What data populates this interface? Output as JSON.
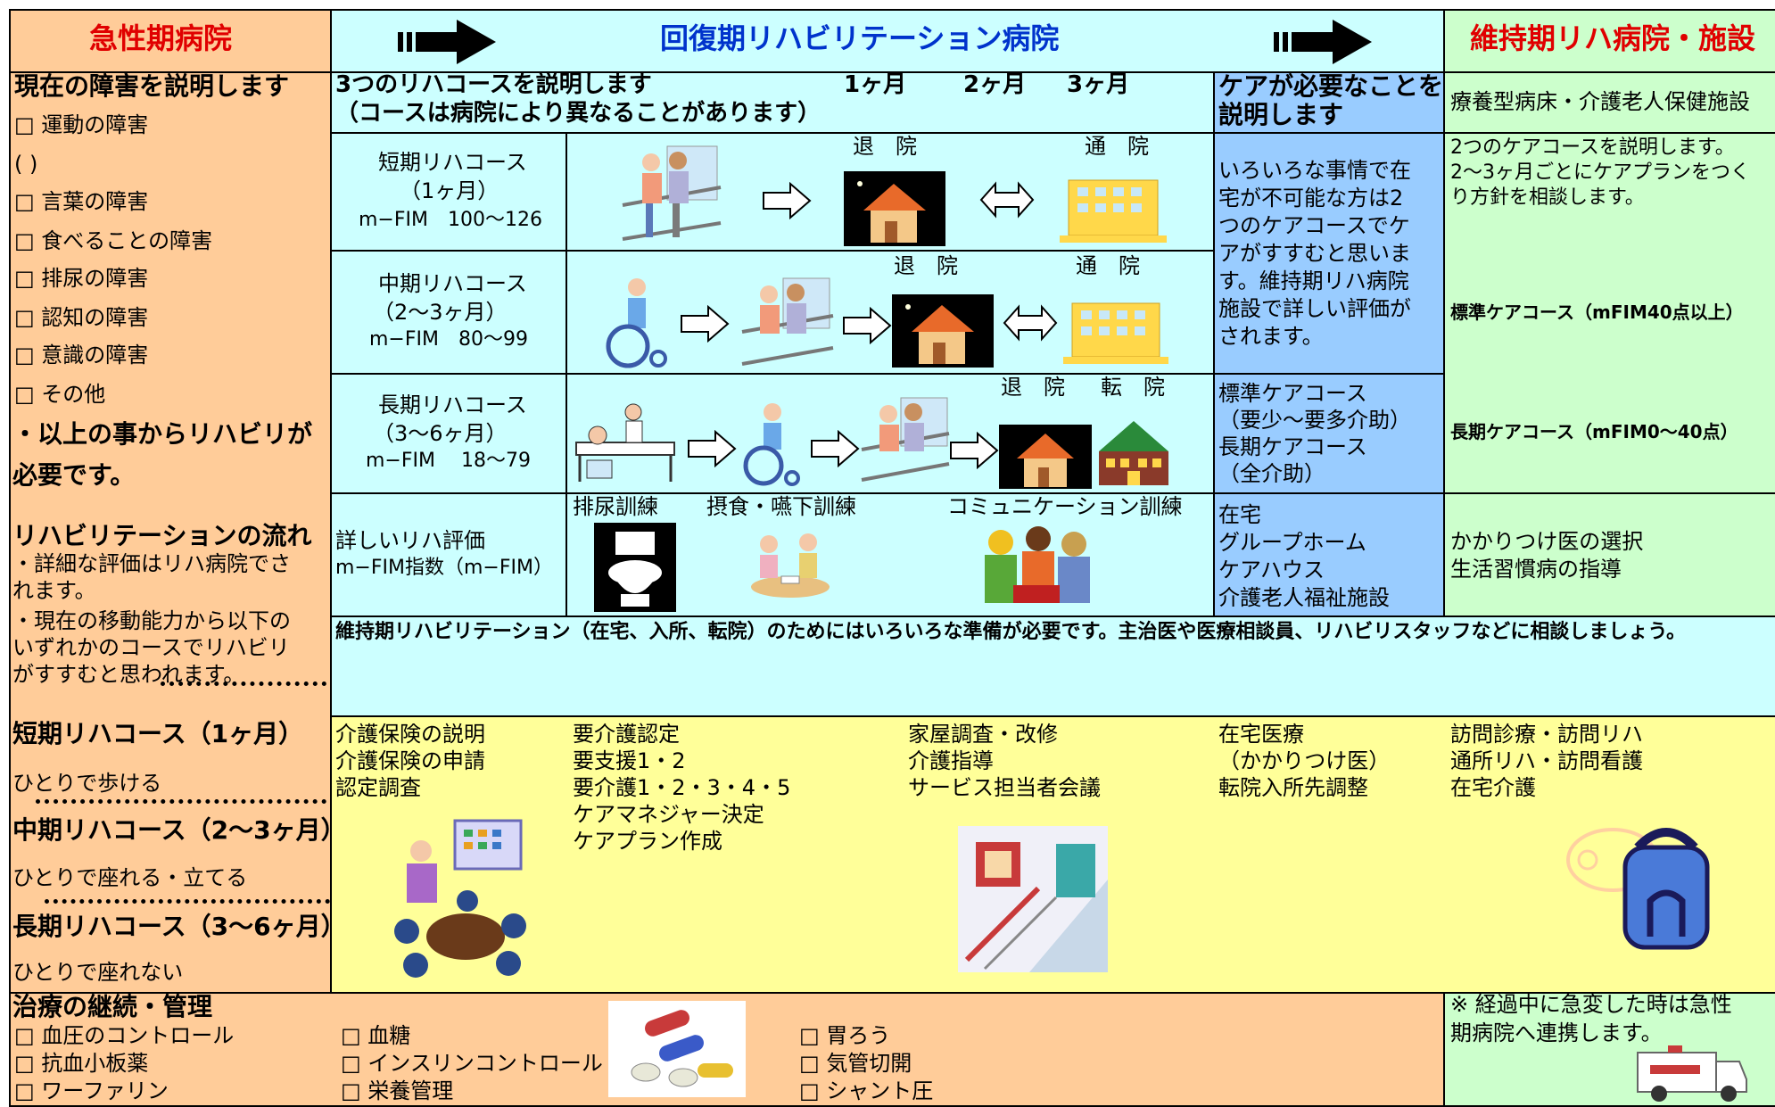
{
  "header": {
    "acute": "急性期病院",
    "recovery": "回復期リハビリテーション病院",
    "maintenance": "維持期リハ病院・施設"
  },
  "left": {
    "title": "現在の障害を説明します",
    "items": [
      "□ 運動の障害",
      "(                                   )",
      "□ 言葉の障害",
      "□ 食べることの障害",
      "□ 排尿の障害",
      "□ 認知の障害",
      "□ 意識の障害",
      "□ その他"
    ],
    "conclusion1": "・以上の事からリハビリが",
    "conclusion2": "必要です。",
    "flow_title": "リハビリテーションの流れ",
    "flow_lines": [
      "・詳細な評価はリハ病院でさ",
      "れます。",
      "・現在の移動能力から以下の",
      "いずれかのコースでリハビリ",
      "がすすむと思われます。"
    ],
    "short_title": "短期リハコース（1ヶ月）",
    "short_desc": "ひとりで歩ける",
    "mid_title": "中期リハコース（2〜3ヶ月）",
    "mid_desc": "ひとりで座れる・立てる",
    "long_title": "長期リハコース（3〜6ヶ月）",
    "long_desc": "ひとりで座れない"
  },
  "recovery": {
    "intro1": "3つのリハコースを説明します",
    "intro2": "（コースは病院により異なることがあります）",
    "months": [
      "1ヶ月",
      "2ヶ月",
      "3ヶ月"
    ],
    "courses": [
      {
        "name": "短期リハコース",
        "period": "（1ヶ月）",
        "fim": "m−FIM　100〜126",
        "labels": [
          "退　院",
          "通　院"
        ]
      },
      {
        "name": "中期リハコース",
        "period": "（2〜3ヶ月）",
        "fim": "m−FIM　80〜99",
        "labels": [
          "退　院",
          "通　院"
        ]
      },
      {
        "name": "長期リハコース",
        "period": "（3〜6ヶ月）",
        "fim": "m−FIM　 18〜79",
        "labels": [
          "退　院",
          "転　院"
        ]
      }
    ],
    "eval1": "詳しいリハ評価",
    "eval2": "m−FIM指数（m−FIM）",
    "trainings": [
      "排尿訓練",
      "摂食・嚥下訓練",
      "コミュニケーション訓練"
    ]
  },
  "care": {
    "title1": "ケアが必要なことを",
    "title2": "説明します",
    "text": [
      "いろいろな事情で在",
      "宅が不可能な方は2",
      "つのケアコースでケ",
      "アがすすむと思いま",
      "す。維持期リハ病院",
      "施設で詳しい評価が",
      "されます。"
    ],
    "courses": [
      "標準ケアコース",
      "（要少〜要多介助）",
      "長期ケアコース",
      "（全介助）"
    ],
    "places": [
      "在宅",
      "グループホーム",
      "ケアハウス",
      "介護老人福祉施設"
    ]
  },
  "maintenance": {
    "facilities": "療養型病床・介護老人保健施設",
    "care_lines": [
      "2つのケアコースを説明します。",
      "2〜3ヶ月ごとにケアプランをつく",
      "り方針を相談します。"
    ],
    "standard": "標準ケアコース（mFIM40点以上）",
    "long": "長期ケアコース（mFIM0〜40点）",
    "doctor": [
      "かかりつけ医の選択",
      "生活習慣病の指導"
    ]
  },
  "banner": "維持期リハビリテーション（在宅、入所、転院）のためにはいろいろな準備が必要です。主治医や医療相談員、リハビリスタッフなどに相談しましょう。",
  "prep": {
    "col1": [
      "介護保険の説明",
      "介護保険の申請",
      "認定調査"
    ],
    "col2": [
      "要介護認定",
      "要支援1・2",
      "要介護1・2・3・4・5",
      "ケアマネジャー決定",
      "ケアプラン作成"
    ],
    "col3": [
      "家屋調査・改修",
      "介護指導",
      "サービス担当者会議"
    ],
    "col4": [
      "在宅医療",
      "（かかりつけ医）",
      "転院入所先調整"
    ],
    "col5": [
      "訪問診療・訪問リハ",
      "通所リハ・訪問看護",
      "在宅介護"
    ]
  },
  "treatment": {
    "title": "治療の継続・管理",
    "col1": [
      "□ 血圧のコントロール",
      "□ 抗血小板薬",
      "□ ワーファリン"
    ],
    "col2": [
      "□ 血糖",
      "□ インスリンコントロール",
      "□ 栄養管理"
    ],
    "col3": [
      "□ 胃ろう",
      "□ 気管切開",
      "□ シャント圧"
    ],
    "note1": "※ 経過中に急変した時は急性",
    "note2": "期病院へ連携します。"
  },
  "colors": {
    "peach": "#ffcc99",
    "cyan": "#ccffff",
    "blue": "#99ccff",
    "green": "#ccffcc",
    "yellow": "#ffff99",
    "header_red": "#e00000",
    "header_blue": "#0033cc"
  }
}
